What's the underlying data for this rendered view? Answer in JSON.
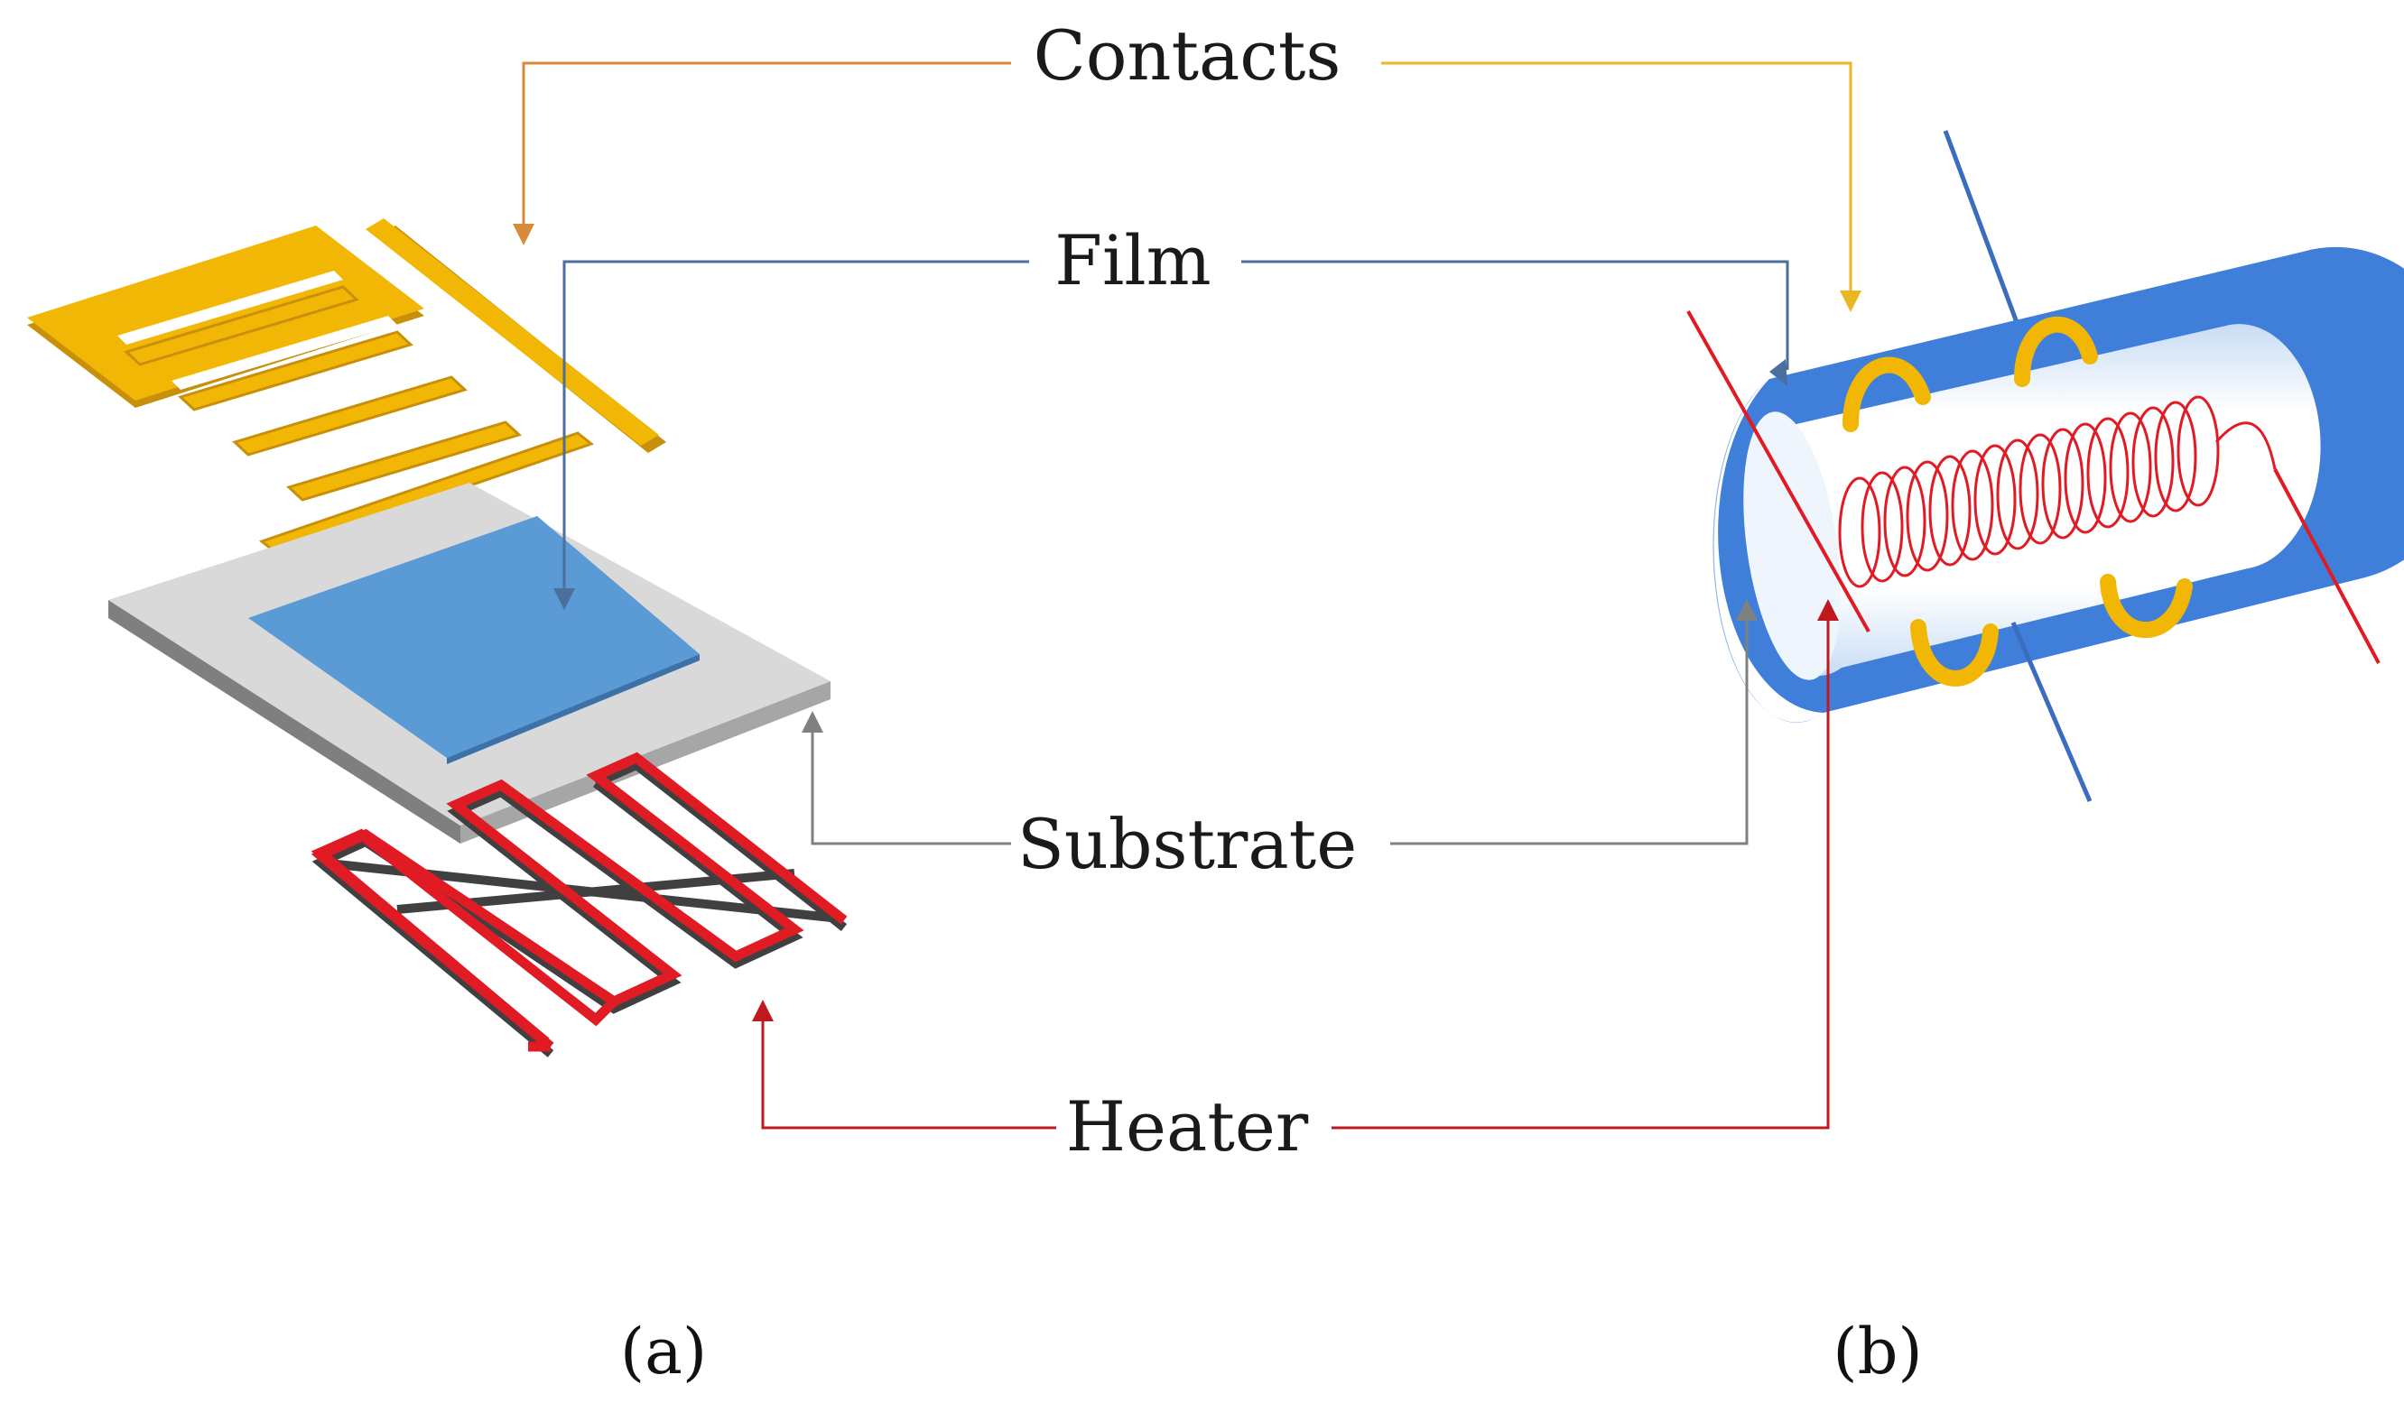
{
  "labels": {
    "contacts": "Contacts",
    "film": "Film",
    "substrate": "Substrate",
    "heater": "Heater"
  },
  "captions": {
    "a": "(a)",
    "b": "(b)"
  },
  "colors": {
    "contacts": "#F2B705",
    "contacts_arrow_left": "#D98B3A",
    "contacts_arrow_right": "#E8B723",
    "film": "#5B9BD5",
    "film_arrow": "#4A6F9C",
    "substrate": "#D9D9D9",
    "substrate_arrow": "#808080",
    "heater": "#E01B24",
    "heater_arrow": "#C0181F",
    "tube": "#3F7FD9",
    "tube_light": "#9CC3F0",
    "wire": "#3A6DC0"
  },
  "icons": {
    "planar_sensor": "planar-gas-sensor-exploded-view",
    "tubular_sensor": "tubular-gas-sensor"
  }
}
